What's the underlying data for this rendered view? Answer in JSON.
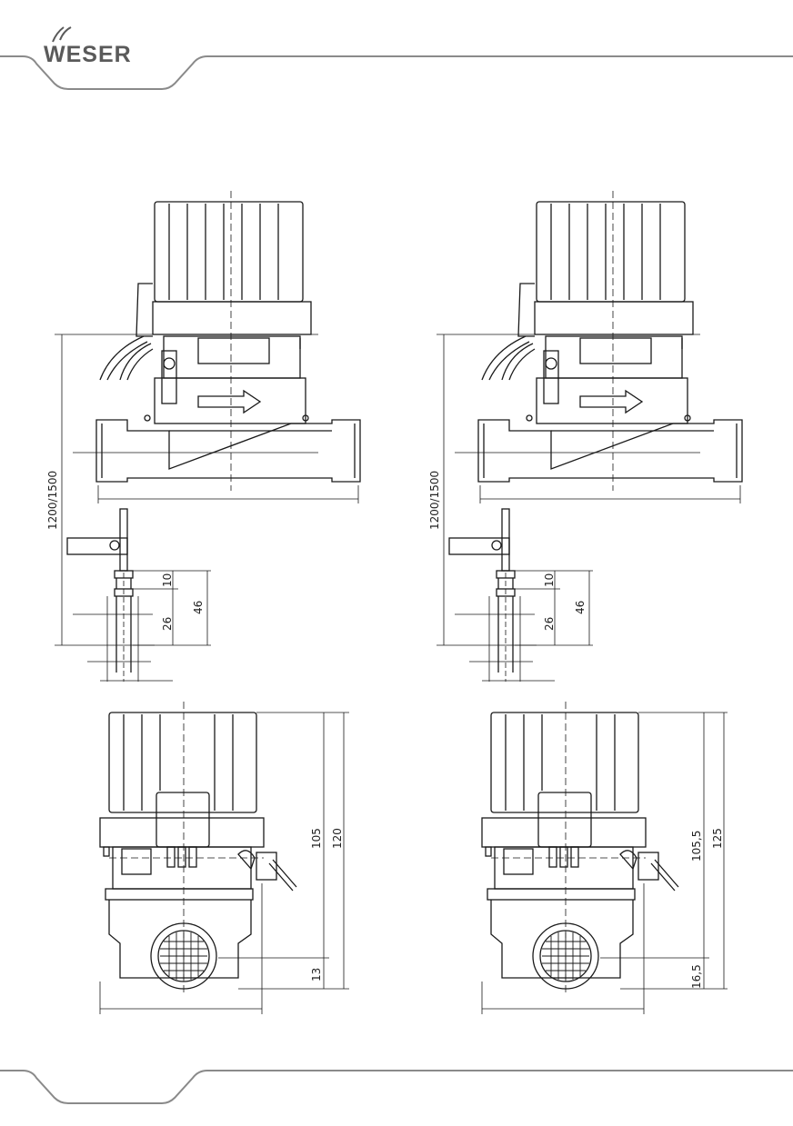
{
  "header": {
    "logo_text": "WESER"
  },
  "colors": {
    "frame_line": "#8a8a8a",
    "drawing_line": "#1a1a1a"
  },
  "drawings": [
    {
      "side": {
        "length": "1200/1500",
        "dim_a": "10",
        "dim_b": "26",
        "dim_c": "46"
      },
      "front": {
        "height_inner": "105",
        "height_outer": "120",
        "base": "13"
      }
    },
    {
      "side": {
        "length": "1200/1500",
        "dim_a": "10",
        "dim_b": "26",
        "dim_c": "46"
      },
      "front": {
        "height_inner": "105,5",
        "height_outer": "125",
        "base": "16,5"
      }
    }
  ]
}
